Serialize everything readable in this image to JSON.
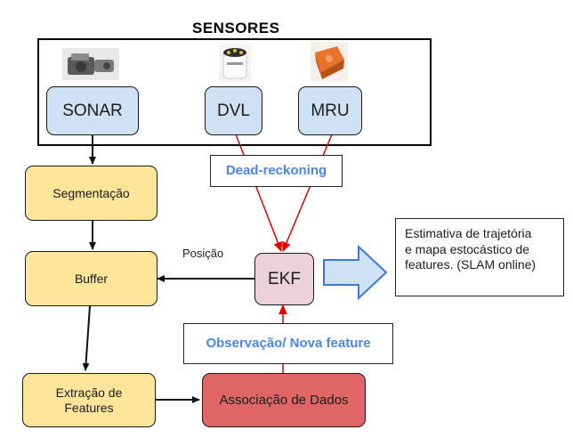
{
  "title": "SENSORES",
  "sensors": [
    {
      "label": "SONAR",
      "image_icon": "sonar-device-photo"
    },
    {
      "label": "DVL",
      "image_icon": "dvl-device-photo"
    },
    {
      "label": "MRU",
      "image_icon": "mru-device-photo"
    }
  ],
  "pipeline": {
    "segmentation": "Segmentação",
    "buffer": "Buffer",
    "feature_extraction_line1": "Extração de",
    "feature_extraction_line2": "Features",
    "data_association": "Associação de Dados",
    "ekf": "EKF"
  },
  "labels": {
    "dead_reckoning": "Dead-reckoning",
    "position": "Posição",
    "observation": "Observação/ Nova feature"
  },
  "output": {
    "line1": "Estimativa de trajetória",
    "line2": "e mapa estocástico de",
    "line3": "features. (SLAM online)"
  },
  "colors": {
    "sensor_fill": "#cfe2f3",
    "process_fill": "#ffe599",
    "ekf_fill": "#ead1dc",
    "association_fill": "#e06666",
    "note_text": "#4a86e8",
    "red_arrow": "#e00000",
    "output_arrow_fill": "#cfe2f3",
    "output_arrow_stroke": "#3c78d8"
  }
}
